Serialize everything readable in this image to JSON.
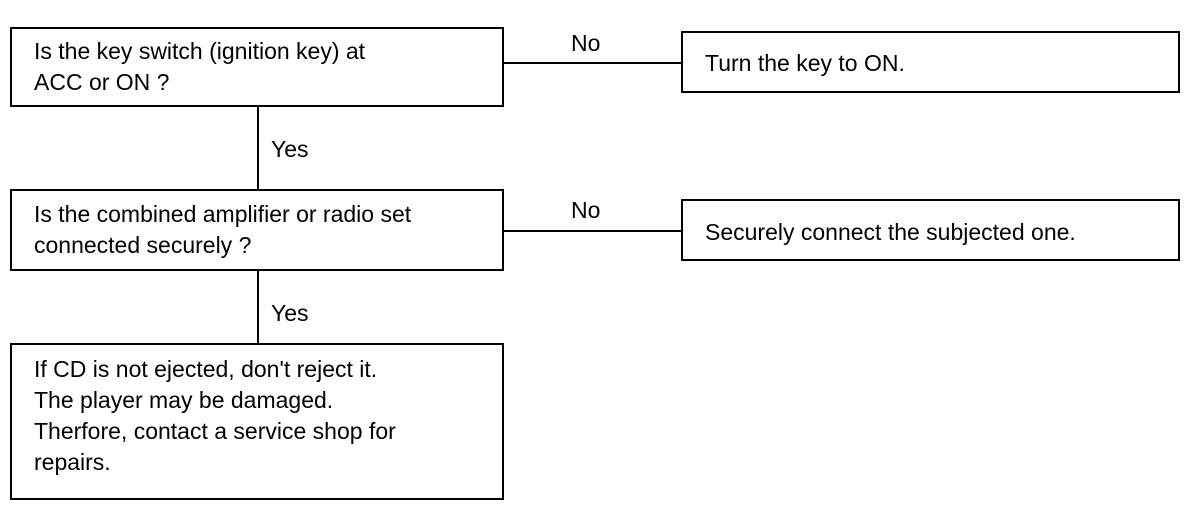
{
  "flowchart": {
    "q1": {
      "text": "Is the key switch (ignition key) at\nACC or ON ?"
    },
    "a1": {
      "text": "Turn the key to ON."
    },
    "q2": {
      "text": "Is the combined amplifier or radio set\nconnected securely ?"
    },
    "a2": {
      "text": "Securely connect the subjected one."
    },
    "q3": {
      "text": "If  CD is not ejected, don't reject it.\nThe player may be damaged.\nTherfore,  contact a service shop for\nrepairs."
    },
    "edges": {
      "q1_no": "No",
      "q1_yes": "Yes",
      "q2_no": "No",
      "q2_yes": "Yes"
    }
  }
}
